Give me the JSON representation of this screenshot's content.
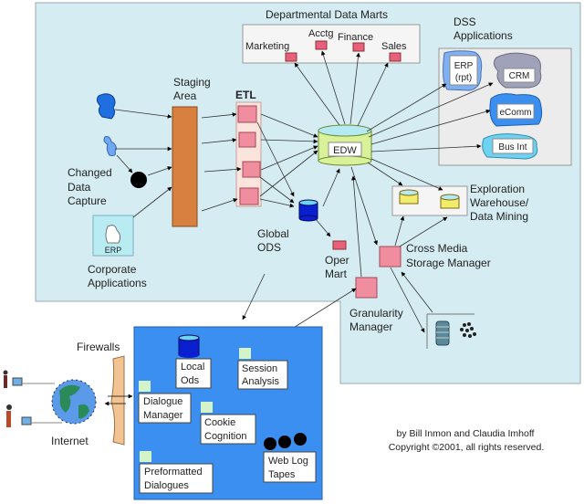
{
  "colors": {
    "region_bg": "#d4ecf2",
    "region_border": "#9aaab0",
    "web_bg": "#3b8ff0",
    "staging": "#d8803f",
    "etl_box": "#f08ea0",
    "edw_body": "#d9f29a",
    "ods_blue": "#0a1fd0",
    "mart_pink": "#e8607c",
    "exploration_cyl": "#f2ec6a",
    "green_sq": "#d3f3c8",
    "firewall": "#f2c493"
  },
  "labels": {
    "data_marts_title": "Departmental Data Marts",
    "marts": [
      "Marketing",
      "Acctg",
      "Finance",
      "Sales"
    ],
    "dss_title_1": "DSS",
    "dss_title_2": "Applications",
    "dss_apps": [
      "ERP",
      "(rpt)",
      "CRM",
      "eComm",
      "Bus Int"
    ],
    "staging_1": "Staging",
    "staging_2": "Area",
    "etl": "ETL",
    "edw": "EDW",
    "cdc_1": "Changed",
    "cdc_2": "Data",
    "cdc_3": "Capture",
    "erp": "ERP",
    "corp_1": "Corporate",
    "corp_2": "Applications",
    "global_ods_1": "Global",
    "global_ods_2": "ODS",
    "oper_mart_1": "Oper",
    "oper_mart_2": "Mart",
    "explore_1": "Exploration",
    "explore_2": "Warehouse/",
    "explore_3": "Data Mining",
    "cms_1": "Cross Media",
    "cms_2": "Storage Manager",
    "gran_1": "Granularity",
    "gran_2": "Manager",
    "firewalls": "Firewalls",
    "internet": "Internet",
    "local_ods_1": "Local",
    "local_ods_2": "Ods",
    "session_1": "Session",
    "session_2": "Analysis",
    "dialogue_1": "Dialogue",
    "dialogue_2": "Manager",
    "cookie_1": "Cookie",
    "cookie_2": "Cognition",
    "weblog_1": "Web Log",
    "weblog_2": "Tapes",
    "preformat_1": "Preformatted",
    "preformat_2": "Dialogues",
    "credit_1": "by Bill Inmon and Claudia Imhoff",
    "credit_2": "Copyright ©2001, all rights reserved."
  }
}
